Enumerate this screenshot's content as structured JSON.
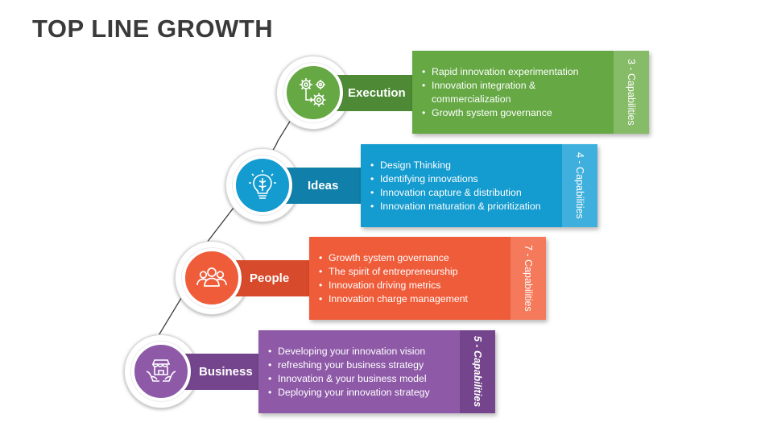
{
  "title": "TOP LINE GROWTH",
  "stages": [
    {
      "label": "Execution",
      "icon": "gears-process-icon",
      "color": "#65a844",
      "dark": "#4e8a35",
      "capability": "3 - Capabilities",
      "items": [
        "Rapid innovation experimentation",
        "Innovation integration & commercialization",
        "Growth system governance"
      ]
    },
    {
      "label": "Ideas",
      "icon": "lightbulb-brain-icon",
      "color": "#149bcf",
      "dark": "#107fa9",
      "capability": "4 - Capabilities",
      "items": [
        "Design Thinking",
        "Identifying innovations",
        "Innovation capture & distribution",
        "Innovation maturation & prioritization"
      ]
    },
    {
      "label": "People",
      "icon": "people-group-icon",
      "color": "#ef5c3a",
      "dark": "#d74a2b",
      "capability": "7 - Capabilities",
      "items": [
        "Growth system governance",
        "The spirit of entrepreneurship",
        "Innovation driving metrics",
        "Innovation charge management"
      ]
    },
    {
      "label": "Business",
      "icon": "hands-shop-icon",
      "color": "#8e5aa8",
      "dark": "#74458c",
      "capability": "5 - Capabilities",
      "items": [
        "Developing your innovation vision",
        "refreshing your business strategy",
        "Innovation & your business model",
        "Deploying your innovation strategy"
      ]
    }
  ]
}
